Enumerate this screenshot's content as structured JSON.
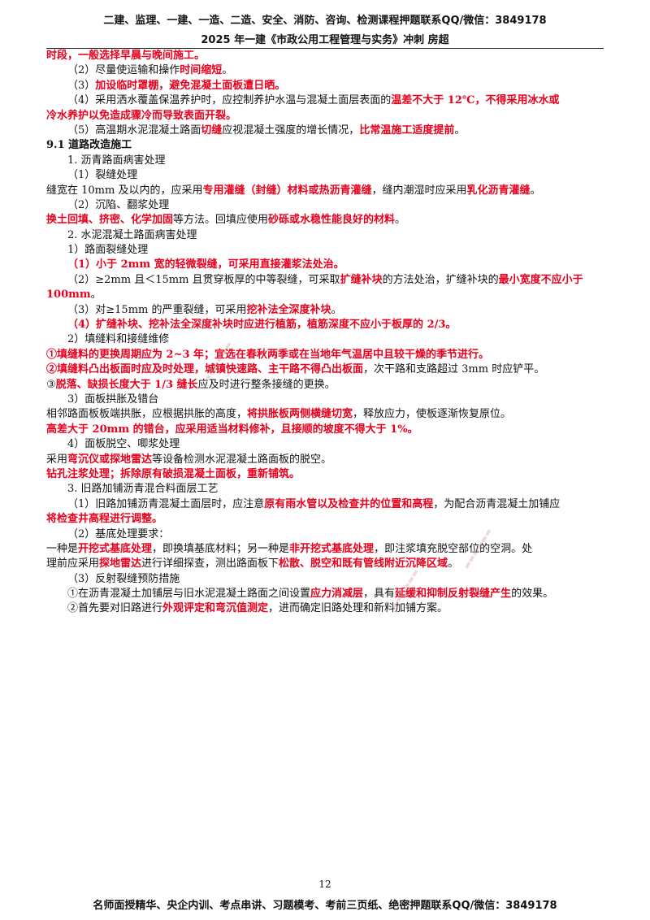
{
  "header": {
    "line1": "二建、监理、一建、一造、二造、安全、消防、咨询、检测课程押题联系QQ/微信：3849178",
    "line2": "2025 年一建《市政公用工程管理与实务》冲刺 房超"
  },
  "body": {
    "l01": [
      {
        "t": "时段，一般选择早晨与晚间施工。",
        "s": "red"
      }
    ],
    "l02": [
      {
        "t": "（2）尽量使运输和操作",
        "s": ""
      },
      {
        "t": "时间缩短",
        "s": "red"
      },
      {
        "t": "。",
        "s": ""
      }
    ],
    "l03": [
      {
        "t": "（3）",
        "s": ""
      },
      {
        "t": "加设临时罩棚，避免混凝土面板遭日晒。",
        "s": "red"
      }
    ],
    "l04": [
      {
        "t": "（4）采用洒水覆盖保温养护时，应控制养护水温与混凝土面层表面的",
        "s": ""
      },
      {
        "t": "温差不大于 12℃，不得采用冰水或",
        "s": "red"
      }
    ],
    "l05": [
      {
        "t": "冷水养护以免造成骤冷而导致表面开裂。",
        "s": "red"
      }
    ],
    "l06": [
      {
        "t": "（5）高温期水泥混凝土路面",
        "s": ""
      },
      {
        "t": "切缝",
        "s": "red"
      },
      {
        "t": "应视混凝土强度的增长情况，",
        "s": ""
      },
      {
        "t": "比常温施工适度提前",
        "s": "red"
      },
      {
        "t": "。",
        "s": ""
      }
    ],
    "l07": [
      {
        "t": "9.1 道路改造施工",
        "s": "bold"
      }
    ],
    "l08": [
      {
        "t": "1. 沥青路面病害处理",
        "s": ""
      }
    ],
    "l09": [
      {
        "t": "（1）裂缝处理",
        "s": ""
      }
    ],
    "l10": [
      {
        "t": "缝宽在 10mm 及以内的，应采用",
        "s": ""
      },
      {
        "t": "专用灌缝（封缝）材料或热沥青灌缝",
        "s": "red"
      },
      {
        "t": "，缝内潮湿时应采用",
        "s": ""
      },
      {
        "t": "乳化沥青灌缝",
        "s": "red"
      },
      {
        "t": "。",
        "s": ""
      }
    ],
    "l11": [
      {
        "t": "（2）沉陷、翻浆处理",
        "s": ""
      }
    ],
    "l12": [
      {
        "t": "换土回填、挤密、化学加固",
        "s": "red"
      },
      {
        "t": "等方法。回填应使用",
        "s": ""
      },
      {
        "t": "砂砾或水稳性能良好的材料",
        "s": "red"
      },
      {
        "t": "。",
        "s": ""
      }
    ],
    "l13": [
      {
        "t": "2. 水泥混凝土路面病害处理",
        "s": ""
      }
    ],
    "l14": [
      {
        "t": "1）路面裂缝处理",
        "s": ""
      }
    ],
    "l15": [
      {
        "t": "（1）",
        "s": "red"
      },
      {
        "t": "小于 2mm 宽的轻微裂缝，可采用直接灌浆法处治。",
        "s": "red"
      }
    ],
    "l16": [
      {
        "t": "（2）≥2mm 且＜15mm 且贯穿板厚的中等裂缝，可采取",
        "s": ""
      },
      {
        "t": "扩缝补块",
        "s": "red"
      },
      {
        "t": "的方法处治，扩缝补块的",
        "s": ""
      },
      {
        "t": "最小宽度不应小于",
        "s": "red"
      }
    ],
    "l17": [
      {
        "t": "100mm",
        "s": "red"
      },
      {
        "t": "。",
        "s": ""
      }
    ],
    "l18": [
      {
        "t": "（3）对≥15mm 的严重裂缝，可采用",
        "s": ""
      },
      {
        "t": "挖补法全深度补块",
        "s": "red"
      },
      {
        "t": "。",
        "s": ""
      }
    ],
    "l19": [
      {
        "t": "（4）",
        "s": "red"
      },
      {
        "t": "扩缝补块、挖补法全深度补块时应进行植筋，植筋深度不应小于板厚的 2/3。",
        "s": "red"
      }
    ],
    "l20": [
      {
        "t": "2）填缝料和接缝维修",
        "s": ""
      }
    ],
    "l21": [
      {
        "t": "①填缝料的更换周期应为 2~3 年；宜选在春秋两季或在当地年气温居中且较干燥的季节进行。",
        "s": "red"
      }
    ],
    "l22": [
      {
        "t": "②填缝料凸出板面时应及时处理，城镇快速路、主干路不得凸出板面",
        "s": "red"
      },
      {
        "t": "，次干路和支路超过 3mm 时应铲平。",
        "s": ""
      }
    ],
    "l23": [
      {
        "t": "③",
        "s": ""
      },
      {
        "t": "脱落、缺损长度大于 1/3 缝长",
        "s": "red"
      },
      {
        "t": "应及时进行整条接缝的更换。",
        "s": ""
      }
    ],
    "l24": [
      {
        "t": "3）面板拱胀及错台",
        "s": ""
      }
    ],
    "l25": [
      {
        "t": "相邻路面板板端拱胀，应根据拱胀的高度，",
        "s": ""
      },
      {
        "t": "将拱胀板两侧横缝切宽",
        "s": "red"
      },
      {
        "t": "，释放应力，使板逐渐恢复原位。",
        "s": ""
      }
    ],
    "l26": [
      {
        "t": "高差大于 20mm 的错台，应采用适当材料修补，且接顺的坡度不得大于 1%。",
        "s": "red"
      }
    ],
    "l27": [
      {
        "t": "4）面板脱空、唧浆处理",
        "s": ""
      }
    ],
    "l28": [
      {
        "t": "采用",
        "s": ""
      },
      {
        "t": "弯沉仪或探地雷达",
        "s": "red"
      },
      {
        "t": "等设备检测水泥混凝土路面板的脱空。",
        "s": ""
      }
    ],
    "l29": [
      {
        "t": "钻孔注浆处理；拆除原有破损混凝土面板，重新铺筑。",
        "s": "red"
      }
    ],
    "l30": [
      {
        "t": "3. 旧路加铺沥青混合料面层工艺",
        "s": ""
      }
    ],
    "l31": [
      {
        "t": "（1）旧路加铺沥青混凝土面层时，应注意",
        "s": ""
      },
      {
        "t": "原有雨水管以及检查井的位置和高程",
        "s": "red"
      },
      {
        "t": "，为配合沥青混凝土加铺应",
        "s": ""
      }
    ],
    "l32": [
      {
        "t": "将检查井高程进行调整。",
        "s": "red"
      }
    ],
    "l33": [
      {
        "t": "（2）基底处理要求：",
        "s": ""
      }
    ],
    "l34": [
      {
        "t": "一种是",
        "s": ""
      },
      {
        "t": "开挖式基底处理",
        "s": "red"
      },
      {
        "t": "，即换填基底材料；另一种是",
        "s": ""
      },
      {
        "t": "非开挖式基底处理",
        "s": "red"
      },
      {
        "t": "，即注浆填充脱空部位的空洞。处",
        "s": ""
      }
    ],
    "l35": [
      {
        "t": "理前应采用",
        "s": ""
      },
      {
        "t": "探地雷达",
        "s": "red"
      },
      {
        "t": "进行详细探查，测出路面板下",
        "s": ""
      },
      {
        "t": "松散、脱空和既有管线附近沉降区域",
        "s": "red"
      },
      {
        "t": "。",
        "s": ""
      }
    ],
    "l36": [
      {
        "t": "（3）反射裂缝预防措施",
        "s": ""
      }
    ],
    "l37": [
      {
        "t": "①在沥青混凝土加铺层与旧水泥混凝土路面之间设置",
        "s": ""
      },
      {
        "t": "应力消减层",
        "s": "red"
      },
      {
        "t": "，具有",
        "s": ""
      },
      {
        "t": "延缓和抑制反射裂缝产生",
        "s": "red"
      },
      {
        "t": "的效果。",
        "s": ""
      }
    ],
    "l38": [
      {
        "t": "②首先要对旧路进行",
        "s": ""
      },
      {
        "t": "外观评定和弯沉值测定",
        "s": "red"
      },
      {
        "t": "，进而确定旧路处理和新料加铺方案。",
        "s": ""
      }
    ]
  },
  "page_number": "12",
  "footer": "名师面授精华、央企内训、考点串讲、习题模考、考前三页纸、绝密押题联系QQ/微信：3849178",
  "colors": {
    "highlight": "#e8001c",
    "text": "#111111"
  }
}
